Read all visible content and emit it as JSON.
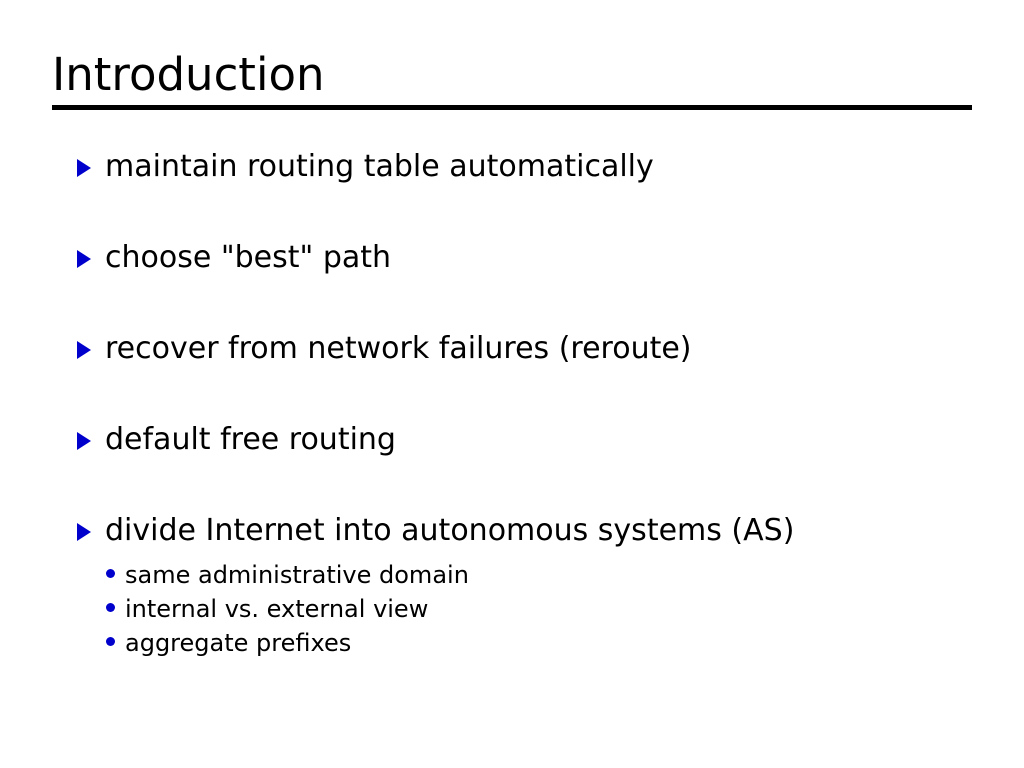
{
  "slide": {
    "title": "Introduction",
    "background_color": "#ffffff",
    "text_color": "#000000",
    "rule_color": "#000000",
    "bullet_color": "#0000cc",
    "bullets": [
      {
        "text": "maintain routing table automatically",
        "marker": "triangle-right-icon"
      },
      {
        "text": "choose \"best\" path",
        "marker": "triangle-right-icon"
      },
      {
        "text": "recover from network failures (reroute)",
        "marker": "triangle-right-icon"
      },
      {
        "text": "default free routing",
        "marker": "triangle-right-icon"
      },
      {
        "text": "divide Internet into autonomous systems (AS)",
        "marker": "triangle-right-icon"
      }
    ],
    "sub_bullets": [
      {
        "text": "same administrative domain",
        "marker": "dot-icon"
      },
      {
        "text": "internal vs. external view",
        "marker": "dot-icon"
      },
      {
        "text": "aggregate prefixes",
        "marker": "dot-icon"
      }
    ]
  }
}
